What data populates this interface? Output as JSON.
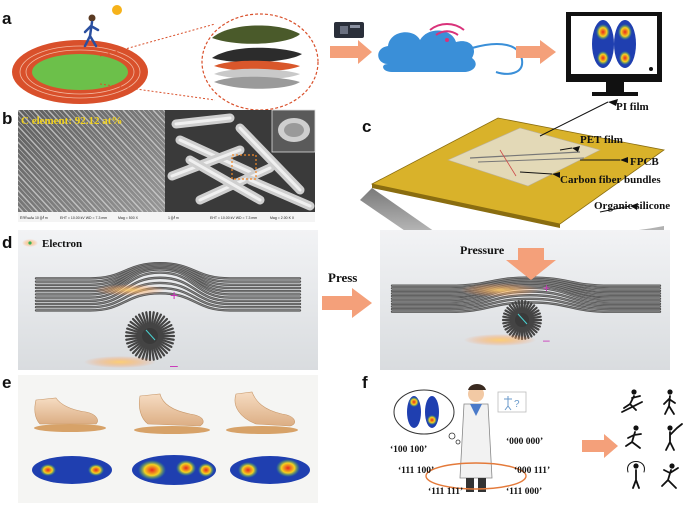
{
  "panels": {
    "a": "a",
    "b": "b",
    "c": "c",
    "d": "d",
    "e": "e",
    "f": "f"
  },
  "panel_b": {
    "sem_caption": "C element: 92.12 at%"
  },
  "panel_c": {
    "layers": [
      "PI film",
      "PET film",
      "FPCB",
      "Carbon fiber bundles",
      "Organic silicone"
    ]
  },
  "panel_d": {
    "legend": "Electron",
    "press_label": "Press",
    "pressure_label": "Pressure",
    "plus_sign": "+",
    "minus_sign": "–"
  },
  "panel_f": {
    "question_mark": "?",
    "codes": [
      "‘100 100’",
      "‘000 000’",
      "‘111 100’",
      "‘000 111’",
      "‘111 111’",
      "‘111 000’"
    ]
  },
  "colors": {
    "arrow": "#f4a07a",
    "track": "#d9502b",
    "grass": "#6cc04a",
    "cloud": "#3a8fd8",
    "fpcb": "#d9b22a",
    "fiber": "#555555",
    "heat_low": "#1f3fb0"
  }
}
